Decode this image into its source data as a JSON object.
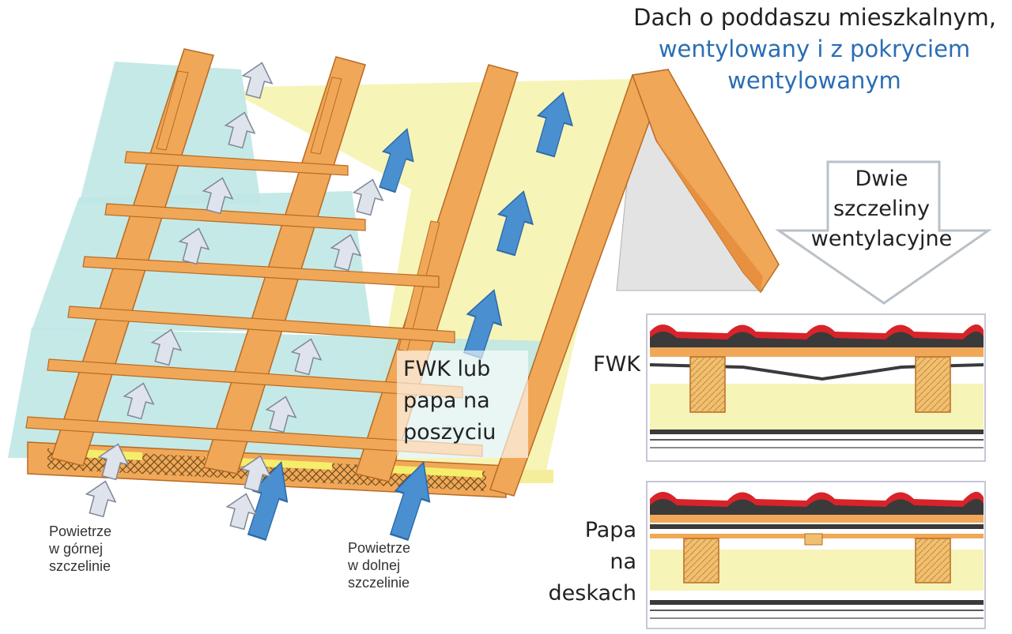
{
  "title": {
    "line1": "Dach o poddaszu mieszkalnym,",
    "line2": "wentylowany i z pokryciem",
    "line3": "wentylowanym"
  },
  "gap_callout": {
    "line1": "Dwie",
    "line2": "szczeliny",
    "line3": "wentylacyjne"
  },
  "roof_label": {
    "line1": "FWK lub",
    "line2": "papa na",
    "line3": "poszyciu"
  },
  "detail_top": {
    "label": "FWK"
  },
  "detail_bottom": {
    "line1": "Papa",
    "line2": "na",
    "line3": "deskach"
  },
  "air_upper": {
    "line1": "Powietrze",
    "line2": "w górnej",
    "line3": "szczelinie"
  },
  "air_lower": {
    "line1": "Powietrze",
    "line2": "w dolnej",
    "line3": "szczelinie"
  },
  "colors": {
    "timber": "#f0a858",
    "timber_edge": "#b86a22",
    "insulation": "#f7f4b8",
    "membrane": "#bfe7e4",
    "arrow_blue": "#4a90d0",
    "arrow_grey": "#d9dde6",
    "tile_red": "#d8232a",
    "tile_dark": "#3a3a3a"
  }
}
